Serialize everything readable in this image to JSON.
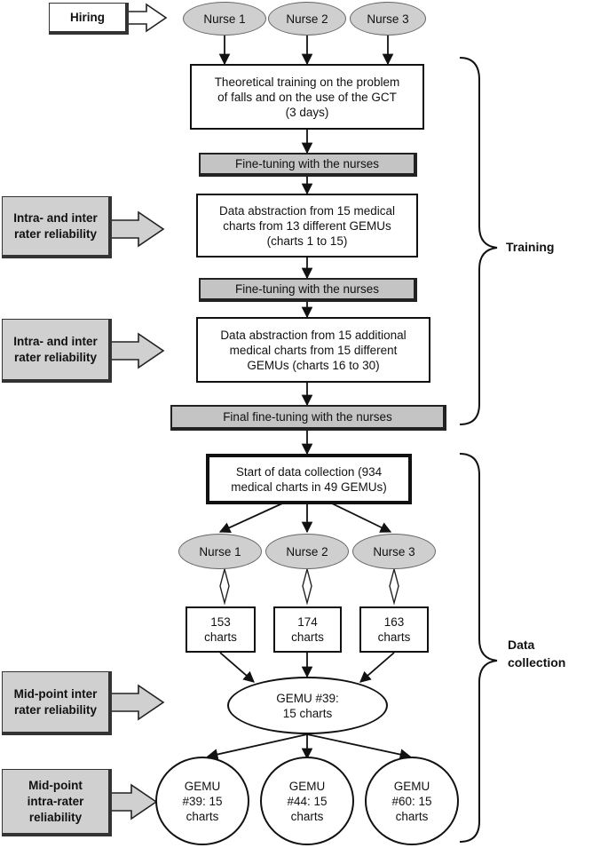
{
  "hiring": "Hiring",
  "top_nurses": [
    "Nurse 1",
    "Nurse 2",
    "Nurse 3"
  ],
  "training_steps": {
    "theory": "Theoretical training on the problem\nof falls and on the use of the GCT\n(3 days)",
    "fine_tuning_1": "Fine-tuning with the nurses",
    "abstraction_1": "Data abstraction from 15 medical\ncharts from 13 different GEMUs\n(charts 1 to 15)",
    "fine_tuning_2": "Fine-tuning with the nurses",
    "abstraction_2": "Data abstraction from 15 additional\nmedical charts from 15 different\nGEMUs (charts 16 to 30)",
    "final_fine_tuning": "Final fine-tuning with the nurses"
  },
  "side_labels": {
    "reliability_1": "Intra- and inter\nrater reliability",
    "reliability_2": "Intra- and inter\nrater reliability",
    "midpoint_inter": "Mid-point inter\nrater reliability",
    "midpoint_intra": "Mid-point\nintra-rater\nreliability"
  },
  "start_collection": "Start of data collection (934\nmedical charts in 49 GEMUs)",
  "bottom_nurses": [
    "Nurse 1",
    "Nurse 2",
    "Nurse 3"
  ],
  "chart_counts": [
    "153\ncharts",
    "174\ncharts",
    "163\ncharts"
  ],
  "gemu_39": "GEMU #39:\n15 charts",
  "final_gemus": [
    "GEMU\n#39: 15\ncharts",
    "GEMU\n#44: 15\ncharts",
    "GEMU\n#60: 15\ncharts"
  ],
  "phases": {
    "training": "Training",
    "data_collection": "Data\ncollection"
  }
}
